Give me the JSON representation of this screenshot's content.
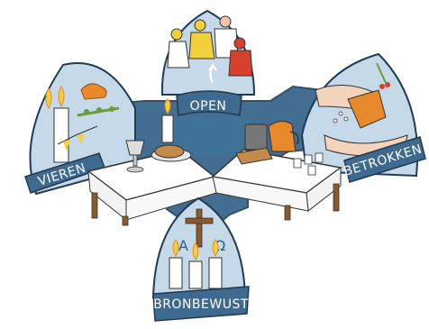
{
  "labels": {
    "top": "OPEN",
    "left": "VIEREN",
    "right": "BETROKKEN",
    "bottom": "BRONBEWUST"
  },
  "symbols": {
    "alpha": "A",
    "omega": "Ω"
  },
  "colors": {
    "background": "#ffffff",
    "blue_panel": "#c5d9e8",
    "banner_blue": "#3f6a8f",
    "banner_outline": "#24384f",
    "table_cloth": "#ffffff",
    "table_wood": "#8a5a2b",
    "orange": "#e8892b",
    "yellow": "#f2d03b",
    "red": "#d7402d",
    "green": "#6a9d3a"
  },
  "icons": [
    "cross-shape-icon",
    "candle-icon",
    "bird-icon",
    "people-icon",
    "hands-icon",
    "cross-icon",
    "coffee-pot-icon",
    "bread-icon",
    "chalice-icon"
  ]
}
